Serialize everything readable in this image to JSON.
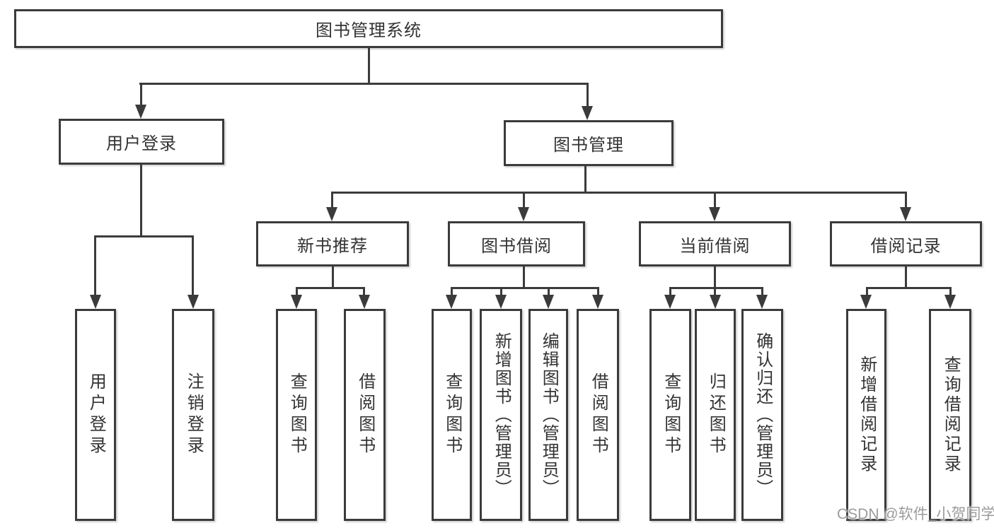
{
  "diagram": {
    "title": "图书管理系统",
    "level2": {
      "user_login": "用户登录",
      "book_mgmt": "图书管理"
    },
    "level3": {
      "recommend": "新书推荐",
      "borrow": "图书借阅",
      "current": "当前借阅",
      "records": "借阅记录"
    },
    "leaves": {
      "user": [
        "用户登录",
        "注销登录"
      ],
      "recommend": [
        "查询图书",
        "借阅图书"
      ],
      "borrow": [
        "查询图书",
        "新增图书（管理员）",
        "编辑图书（管理员）",
        "借阅图书"
      ],
      "current": [
        "查询图书",
        "归还图书",
        "确认归还（管理员）"
      ],
      "records": [
        "新增借阅记录",
        "查询借阅记录"
      ]
    },
    "watermark": "CSDN @软件_小贺同学",
    "colors": {
      "line": "#3b3b3b",
      "text": "#333333",
      "watermark": "#9b9b9b",
      "background": "#ffffff"
    }
  }
}
